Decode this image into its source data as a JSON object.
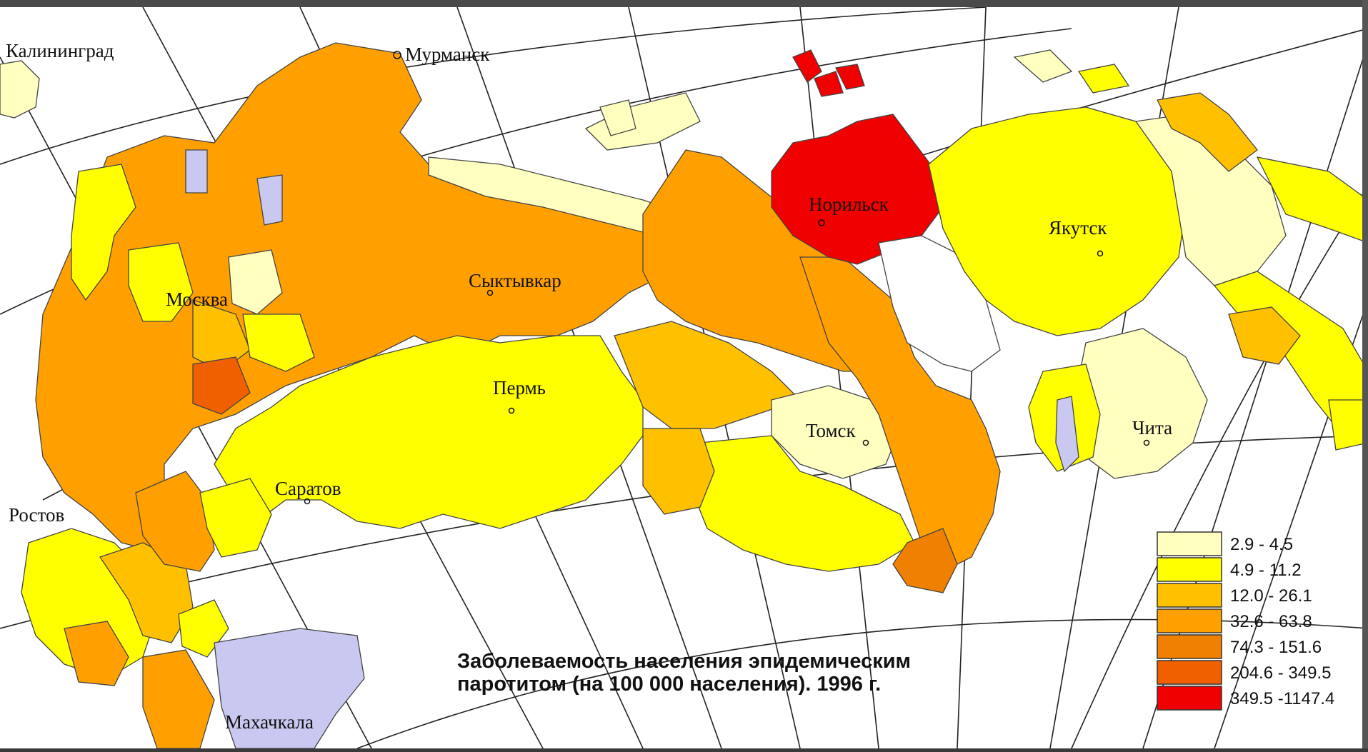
{
  "map": {
    "title_lines": [
      "Заболеваемость населения эпидемическим",
      "паротитом (на 100 000 населения). 1996 г."
    ],
    "cities": [
      {
        "key": "kaliningrad",
        "name": "Калининград"
      },
      {
        "key": "murmansk",
        "name": "Мурманск"
      },
      {
        "key": "moskva",
        "name": "Москва"
      },
      {
        "key": "syktyvkar",
        "name": "Сыктывкар"
      },
      {
        "key": "perm",
        "name": "Пермь"
      },
      {
        "key": "saratov",
        "name": "Саратов"
      },
      {
        "key": "rostov",
        "name": "Ростов"
      },
      {
        "key": "makhachkala",
        "name": "Махачкала"
      },
      {
        "key": "norilsk",
        "name": "Норильск"
      },
      {
        "key": "yakutsk",
        "name": "Якутск"
      },
      {
        "key": "tomsk",
        "name": "Томск"
      },
      {
        "key": "chita",
        "name": "Чита"
      }
    ],
    "legend": [
      {
        "range": "2.9 -  4.5",
        "color": "#FFFFC0"
      },
      {
        "range": "4.9 - 11.2",
        "color": "#FFFF00"
      },
      {
        "range": "12.0 - 26.1",
        "color": "#FFC000"
      },
      {
        "range": "32.6 - 63.8",
        "color": "#FFA000"
      },
      {
        "range": "74.3 - 151.6",
        "color": "#F08000"
      },
      {
        "range": "204.6 - 349.5",
        "color": "#F06000"
      },
      {
        "range": "349.5 -1147.4",
        "color": "#F00000"
      }
    ],
    "colors": {
      "background": "#FFFFFF",
      "no_data": "#C8C8F0",
      "very_low": "#FFFFC0",
      "low": "#FFFF00",
      "medium": "#FFC000",
      "high": "#FFA000",
      "very_high": "#F08000",
      "extreme": "#F06000",
      "max": "#F00000"
    }
  }
}
